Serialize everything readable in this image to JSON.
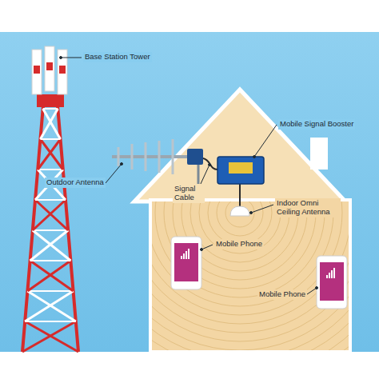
{
  "diagram": {
    "labels": [
      "Base Station Tower",
      "Outdoor Antenna",
      "Mobile Signal Booster",
      "Signal Cable",
      "Indoor Omni Ceiling Antenna",
      "Mobile Phone",
      "Mobile Phone"
    ]
  }
}
